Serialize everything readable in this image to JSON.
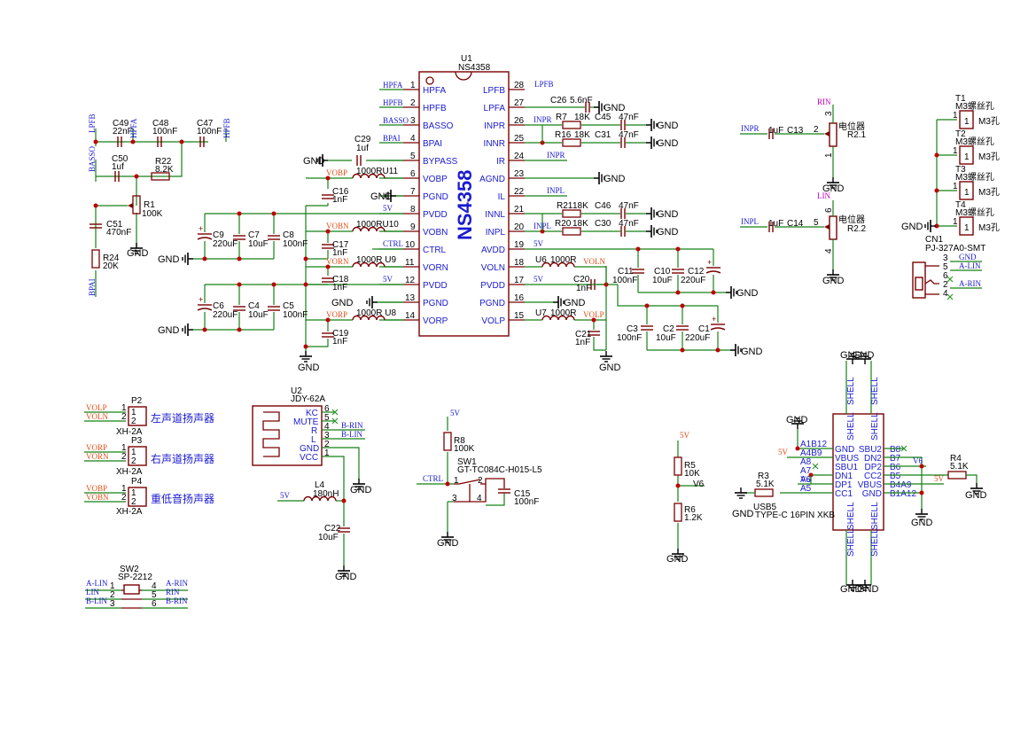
{
  "main_ic": {
    "ref": "U1",
    "value": "NS4358",
    "body_label": "NS4358"
  },
  "left_pins": [
    {
      "num": "1",
      "name": "HPFA",
      "net": "HPFA"
    },
    {
      "num": "2",
      "name": "HPFB",
      "net": "HPFB"
    },
    {
      "num": "3",
      "name": "BASSO",
      "net": "BASSO"
    },
    {
      "num": "4",
      "name": "BPAI",
      "net": "BPAI"
    },
    {
      "num": "5",
      "name": "BYPASS",
      "net": ""
    },
    {
      "num": "6",
      "name": "VOBP",
      "net": "VOBP"
    },
    {
      "num": "7",
      "name": "PGND",
      "net": ""
    },
    {
      "num": "8",
      "name": "PVDD",
      "net": "5V"
    },
    {
      "num": "9",
      "name": "VOBN",
      "net": "VOBN"
    },
    {
      "num": "10",
      "name": "CTRL",
      "net": "CTRL"
    },
    {
      "num": "11",
      "name": "VORN",
      "net": "VORN"
    },
    {
      "num": "12",
      "name": "PVDD",
      "net": "5V"
    },
    {
      "num": "13",
      "name": "PGND",
      "net": ""
    },
    {
      "num": "14",
      "name": "VORP",
      "net": "VORP"
    }
  ],
  "right_pins": [
    {
      "num": "28",
      "name": "LPFB",
      "net": "LPFB"
    },
    {
      "num": "27",
      "name": "LPFA",
      "net": ""
    },
    {
      "num": "26",
      "name": "INPR",
      "net": "INPR"
    },
    {
      "num": "25",
      "name": "INNR",
      "net": ""
    },
    {
      "num": "24",
      "name": "IR",
      "net": "INPR"
    },
    {
      "num": "23",
      "name": "AGND",
      "net": ""
    },
    {
      "num": "22",
      "name": "IL",
      "net": "INPL"
    },
    {
      "num": "21",
      "name": "INNL",
      "net": ""
    },
    {
      "num": "20",
      "name": "INPL",
      "net": "INPL"
    },
    {
      "num": "19",
      "name": "AVDD",
      "net": "5V"
    },
    {
      "num": "18",
      "name": "VOLN",
      "net": "VOLN"
    },
    {
      "num": "17",
      "name": "PVDD",
      "net": "5V"
    },
    {
      "num": "16",
      "name": "PGND",
      "net": ""
    },
    {
      "num": "15",
      "name": "VOLP",
      "net": "VOLP"
    }
  ],
  "texts": {
    "gnd": "GND",
    "c49": "C49",
    "c49v": "22nF",
    "c48": "C48",
    "c48v": "100nF",
    "c47": "C47",
    "c47v": "100nF",
    "c50": "C50",
    "c50v": "1uf",
    "r22": "R22",
    "r22v": "8.2K",
    "r1": "R1",
    "r1v": "100K",
    "c51": "C51",
    "c51v": "470nF",
    "r24": "R24",
    "r24v": "20K",
    "n_lpfb": "LPFB",
    "n_hpfa": "HPFA",
    "n_basso": "BASSO",
    "n_hpfb": "HPFB",
    "n_bpai": "BPAI",
    "c29": "C29",
    "c29v": "1uf",
    "r11": "1000RU11",
    "r10": "1000RU10",
    "u9": "1000R  U9",
    "u8": "1000R  U8",
    "c16": "C16",
    "c16v": "1nF",
    "c17": "C17",
    "c17v": "1nF",
    "c18": "C18",
    "c18v": "1nF",
    "c19": "C19",
    "c19v": "1nF",
    "c9": "C9",
    "c9v": "220uF",
    "c7": "C7",
    "c7v": "10uF",
    "c8": "C8",
    "c8v": "100nF",
    "c6": "C6",
    "c6v": "220uF",
    "c4": "C4",
    "c4v": "10uF",
    "c5": "C5",
    "c5v": "100nF",
    "n_vobp": "VOBP",
    "n_vobn": "VOBN",
    "n_vorn": "VORN",
    "n_vorp": "VORP",
    "n_5v": "5V",
    "n_ctrl": "CTRL",
    "c26": "C26",
    "c26v": "5.6nF",
    "r7": "R7",
    "r7v": "18K",
    "c45": "C45",
    "c45v": "47nF",
    "r16": "R16",
    "r16v": "18K",
    "c31": "C31",
    "c31v": "47nF",
    "r21": "R21",
    "r21v": "18K",
    "c46": "C46",
    "c46v": "47nF",
    "r20": "R20",
    "r20v": "18K",
    "c30": "C30",
    "c30v": "47nF",
    "n_inpr": "INPR",
    "n_inpl": "INPL",
    "u6": "U6",
    "u6v": "1000R",
    "u7": "U7",
    "u7v": "1000R",
    "c11": "C11",
    "c11v": "100nF",
    "c10": "C10",
    "c10v": "10uF",
    "c12": "C12",
    "c12v": "220uF",
    "c20": "C20",
    "c20v": "1nF",
    "c21": "C21",
    "c21v": "1nF",
    "c3": "C3",
    "c3v": "100nF",
    "c2": "C2",
    "c2v": "10uF",
    "c1": "C1",
    "c1v": "220uF",
    "n_voln": "VOLN",
    "n_volp": "VOLP",
    "pot1": "电位器",
    "r21ref": "R2.1",
    "pot2": "电位器",
    "r22ref": "R2.2",
    "c13": "C13",
    "c13v": "1uF",
    "c14": "C14",
    "c14v": "1uF",
    "n_rin": "RIN",
    "n_lin": "LIN",
    "t1": "T1",
    "t1v": "M3螺丝孔",
    "t2": "T2",
    "t2v": "M3螺丝孔",
    "t3": "T3",
    "t3v": "M3螺丝孔",
    "t4": "T4",
    "t4v": "M3螺丝孔",
    "m3": "M3孔",
    "cn1": "CN1",
    "cn1v": "PJ-327A0-SMT",
    "n_arin": "A-RIN",
    "n_alin": "A-LIN",
    "p2": "P2",
    "p3": "P3",
    "p4": "P4",
    "xh": "XH-2A",
    "spk_l": "左声道扬声器",
    "spk_r": "右声道扬声器",
    "spk_b": "重低音扬声器",
    "n_voln2": "VOLN",
    "n_vorp2": "VORP",
    "n_vorn2": "VORN",
    "n_vobp2": "VOBP",
    "n_vobn2": "VOBN",
    "u2": "U2",
    "u2v": "JDY-62A",
    "kc": "KC",
    "mute": "MUTE",
    "r": "R",
    "l": "L",
    "gndpin": "GND",
    "vcc": "VCC",
    "n_brin": "B-RIN",
    "n_blin": "B-LIN",
    "l4": "L4",
    "l4v": "180nH",
    "c22": "C22",
    "c22v": "10uF",
    "r8": "R8",
    "r8v": "100K",
    "sw1": "SW1",
    "sw1v": "GT-TC084C-H015-L5",
    "c15": "C15",
    "c15v": "100nF",
    "r5": "R5",
    "r5v": "10K",
    "r6": "R6",
    "r6v": "1.2K",
    "n_v6": "V6",
    "sw2": "SW2",
    "sw2v": "SP-2212",
    "n_lin2": "LIN",
    "n_rin2": "RIN",
    "usb": "USB5",
    "usbv": "TYPE-C 16PIN XKB",
    "r3": "R3",
    "r3v": "5.1K",
    "r4": "R4",
    "r4v": "5.1K",
    "shell": "SHELL"
  },
  "usb_left": [
    {
      "pin": "A1B12",
      "name": "GND"
    },
    {
      "pin": "A4B9",
      "name": "VBUS"
    },
    {
      "pin": "A8",
      "name": "SBU1"
    },
    {
      "pin": "A7",
      "name": "DN1"
    },
    {
      "pin": "A6",
      "name": "DP1"
    },
    {
      "pin": "A5",
      "name": "CC1"
    }
  ],
  "usb_right": [
    {
      "pin": "B8",
      "name": "SBU2"
    },
    {
      "pin": "B7",
      "name": "DN2"
    },
    {
      "pin": "B6",
      "name": "DP2"
    },
    {
      "pin": "B5",
      "name": "CC2"
    },
    {
      "pin": "B4A9",
      "name": "VBUS"
    },
    {
      "pin": "B1A12",
      "name": "GND"
    }
  ]
}
